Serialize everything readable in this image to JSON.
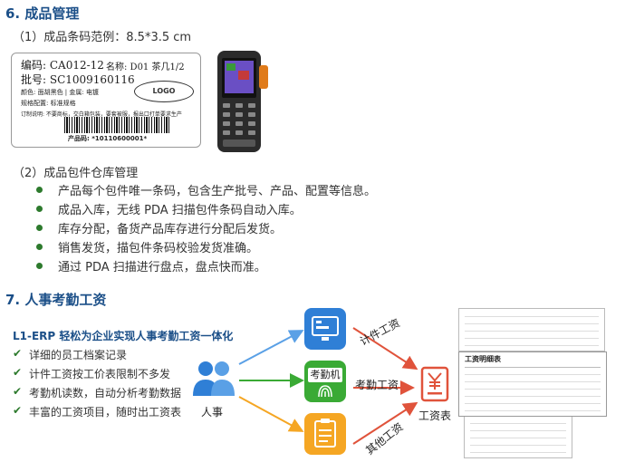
{
  "sec6": {
    "title": "6.  成品管理",
    "sub1": "（1）成品条码范例：8.5*3.5 cm",
    "label": {
      "code": "编码: CA012-12",
      "name": "名称: D01 茶几1/2",
      "batch": "批号: SC1009160116",
      "color": "颜色: 面胡黑色 | 金属: 电镀",
      "spec": "规格配置:  标准规格",
      "order": "订制说明:  不要商标，交白箱包装，要套被服，报出口打单要求生产",
      "logo": "LOGO",
      "barcode_text": "产品码: *10110600001*"
    },
    "sub2": "（2）成品包件仓库管理",
    "bullets": [
      "产品每个包件唯一条码，包含生产批号、产品、配置等信息。",
      "成品入库，无线 PDA 扫描包件条码自动入库。",
      "库存分配，备货产品库存进行分配后发货。",
      "销售发货，描包件条码校验发货准确。",
      "通过 PDA 扫描进行盘点，盘点快而准。"
    ]
  },
  "sec7": {
    "title": "7.  人事考勤工资",
    "headline": "L1-ERP 轻松为企业实现人事考勤工资一体化",
    "items": [
      "详细的员工档案记录",
      "计件工资按工价表限制不多发",
      "考勤机读数，自动分析考勤数据",
      "丰富的工资项目，随时出工资表"
    ],
    "diagram": {
      "people_label": "人事",
      "attendance_machine": "考勤机",
      "arrow_piece": "计件工资",
      "arrow_attend": "考勤工资",
      "arrow_other": "其他工资",
      "payroll_label": "工资表",
      "payslip_title": "工资明细表"
    }
  },
  "colors": {
    "heading": "#1b4f88",
    "bullet": "#2d7a2d",
    "blue_box": "#2f7fd6",
    "green_box": "#3aaa35",
    "orange_box": "#f5a623",
    "red_icon": "#e0533b"
  }
}
